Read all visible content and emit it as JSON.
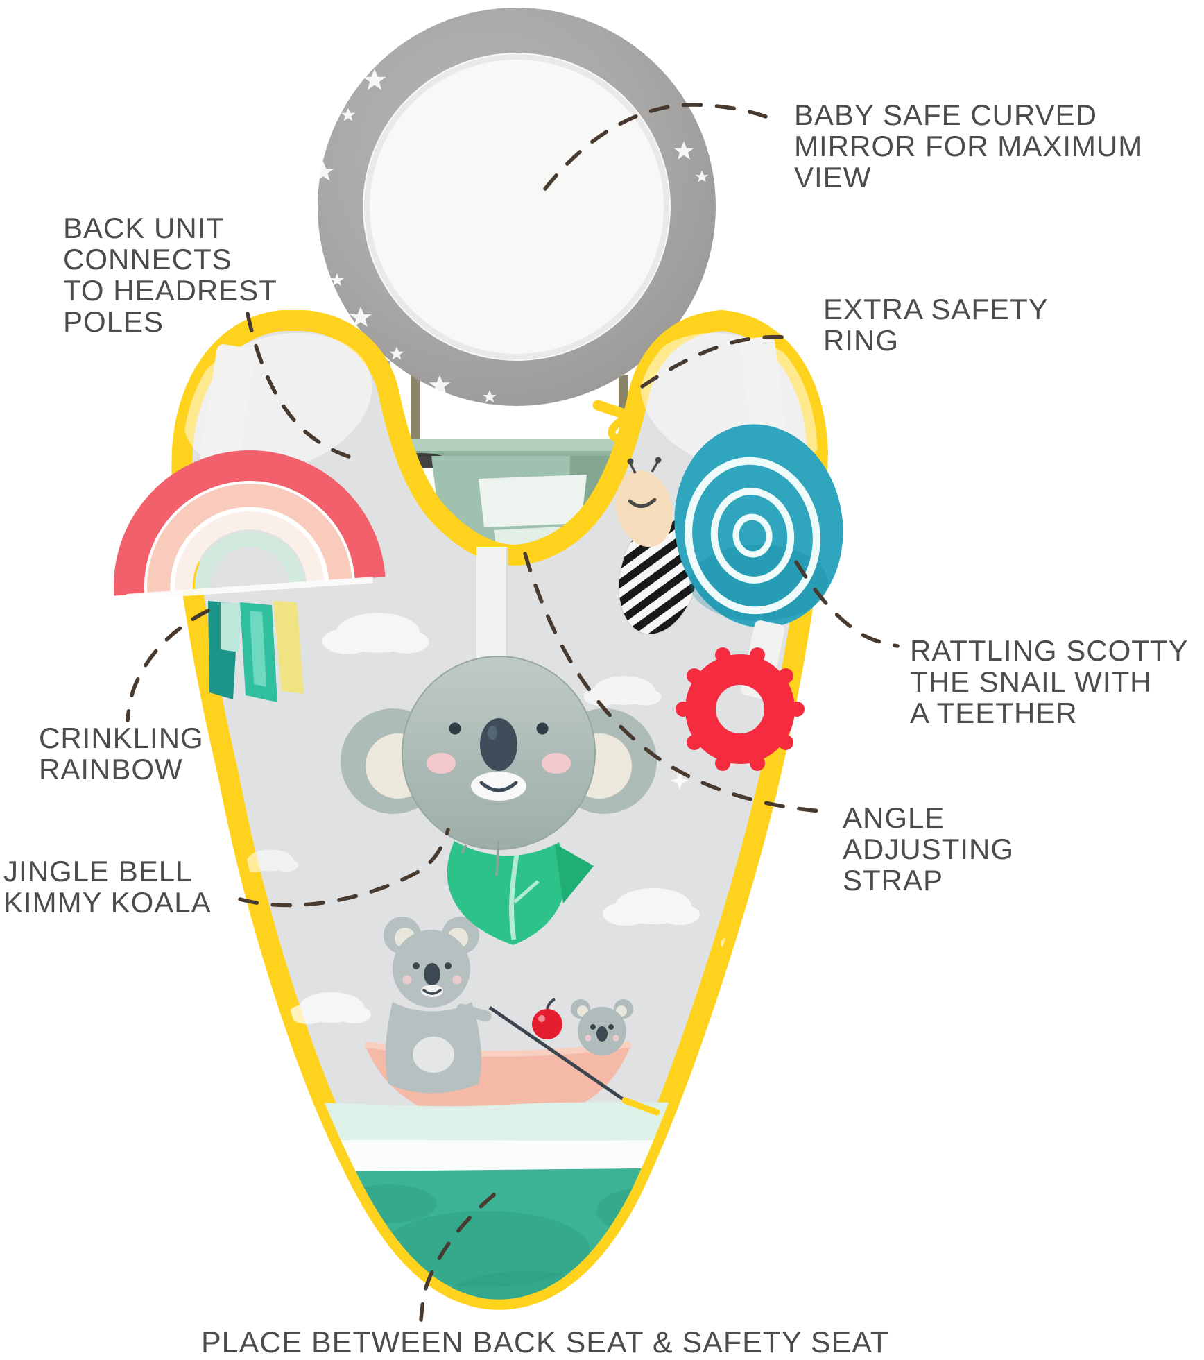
{
  "annotations": {
    "mirror": "BABY SAFE CURVED\nMIRROR FOR MAXIMUM\nVIEW",
    "back_unit": "BACK UNIT\nCONNECTS\nTO HEADREST\nPOLES",
    "safety_ring": "EXTRA SAFETY\nRING",
    "snail": "RATTLING SCOTTY\nTHE SNAIL WITH\nA TEETHER",
    "rainbow": "CRINKLING\nRAINBOW",
    "koala": "JINGLE BELL\nKIMMY KOALA",
    "strap": "ANGLE\nADJUSTING\nSTRAP",
    "placement": "PLACE BETWEEN BACK SEAT & SAFETY SEAT"
  },
  "illustration_parts": [
    "curved-mirror",
    "headrest-mount-bracket",
    "extra-safety-ring",
    "crinkling-rainbow",
    "ribbons",
    "scotty-the-snail",
    "red-teether",
    "kimmy-koala",
    "leaf",
    "koala-boat-print",
    "activity-mat"
  ],
  "colors": {
    "label_text": "#4c4c4c",
    "leader_dash": "#493a2f",
    "border_yellow": "#ffd21e",
    "mat_grey": "#e0e1e3",
    "mirror_ring_grey": "#a6a5a3",
    "bracket_sage": "#9fc1af",
    "rainbow_coral": "#f1606b",
    "rainbow_peach": "#f8cbbc",
    "rainbow_mint": "#d2eadd",
    "ribbon_teal": "#1d9589",
    "snail_shell_teal": "#2fa5be",
    "snail_head_cream": "#f5ddbb",
    "teether_red": "#f52b3f",
    "koala_grey": "#aebcb9",
    "leaf_green": "#2cc289",
    "boat_pink": "#f5b9a7",
    "sea_teal": "#3db395",
    "apple_red": "#e41e2f",
    "clip_orange": "#f49a22"
  }
}
